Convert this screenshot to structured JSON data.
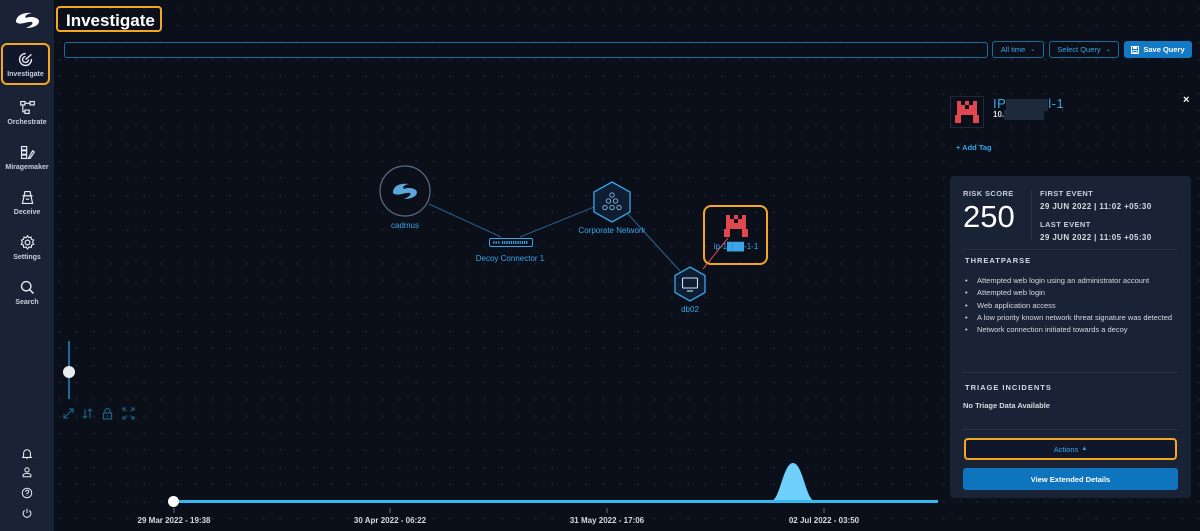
{
  "sidebar": {
    "items": [
      {
        "label": "Investigate",
        "icon": "radar-icon",
        "active": true
      },
      {
        "label": "Orchestrate",
        "icon": "flow-nodes-icon"
      },
      {
        "label": "Miragemaker",
        "icon": "blocks-brush-icon"
      },
      {
        "label": "Deceive",
        "icon": "decoy-icon"
      },
      {
        "label": "Settings",
        "icon": "gear-icon"
      },
      {
        "label": "Search",
        "icon": "search-icon"
      }
    ],
    "bottom_icons": [
      "bell-icon",
      "user-icon",
      "help-icon",
      "power-icon"
    ]
  },
  "header": {
    "title": "Investigate",
    "query_value": "",
    "time_filter": "All time",
    "select_query": "Select Query",
    "save_query": "Save Query"
  },
  "graph": {
    "nodes": [
      {
        "id": "cadmus",
        "label": "cadmus",
        "type": "circle-logo"
      },
      {
        "id": "decoy-connector-1",
        "label": "Decoy Connector 1",
        "type": "switch"
      },
      {
        "id": "corporate-network",
        "label": "Corporate Network",
        "type": "hexagon-network"
      },
      {
        "id": "attacker",
        "label": "ip-1███-1-1",
        "type": "invader",
        "color": "#e0474f"
      },
      {
        "id": "db02",
        "label": "db02",
        "type": "hexagon-monitor"
      }
    ]
  },
  "timeline": {
    "labels": [
      "29 Mar 2022 - 19:38",
      "30 Apr 2022 - 06:22",
      "31 May 2022 - 17:06",
      "02 Jul 2022 - 03:50"
    ],
    "accent": "#35b7ef"
  },
  "panel": {
    "entity_name_prefix": "IP",
    "entity_name_suffix": "l-1",
    "entity_ip_prefix": "10.",
    "add_tag": "+ Add Tag",
    "close": "×",
    "risk_label": "RISK SCORE",
    "risk_score": "250",
    "first_event_label": "FIRST EVENT",
    "first_event": "29 JUN 2022 | 11:02 +05:30",
    "last_event_label": "LAST EVENT",
    "last_event": "29 JUN 2022 | 11:05 +05:30",
    "threatparse_title": "THREATPARSE",
    "threatparse": [
      "Attempted web login using an administrator account",
      "Attempted web login",
      "Web application access",
      "A low priority known network threat signature was detected",
      "Network connection initiated towards a decoy"
    ],
    "triage_title": "TRIAGE INCIDENTS",
    "triage_empty": "No Triage Data Available",
    "actions": "Actions",
    "view_extended": "View Extended Details"
  },
  "colors": {
    "accent": "#3aa6e8",
    "highlight": "#f5a623",
    "danger": "#e0474f",
    "primary_button": "#1479c4"
  }
}
